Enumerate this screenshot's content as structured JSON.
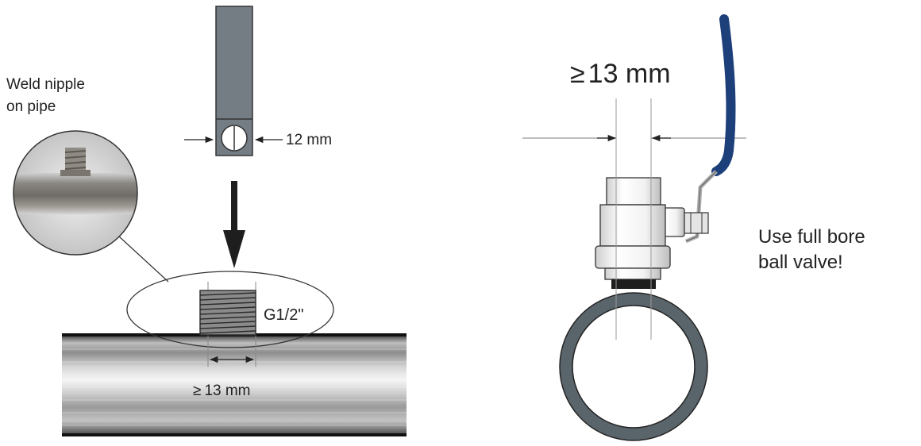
{
  "labels": {
    "weld_line1": "Weld nipple",
    "weld_line2": "on pipe",
    "probe_width": "12 mm",
    "thread_size": "G1/2\"",
    "bore_left": "13 mm",
    "bore_right": "13 mm",
    "valve_note_line1": "Use full bore",
    "valve_note_line2": "ball valve!",
    "geq_symbol": "≥"
  },
  "colors": {
    "handle_blue": "#1d3f7a",
    "pipe_ring": "#5a646b",
    "probe": "#757d84",
    "line": "#222222"
  },
  "icons": {
    "arrow": "down-arrow-icon",
    "dimension_arrows": "dimension-arrow-icon"
  }
}
